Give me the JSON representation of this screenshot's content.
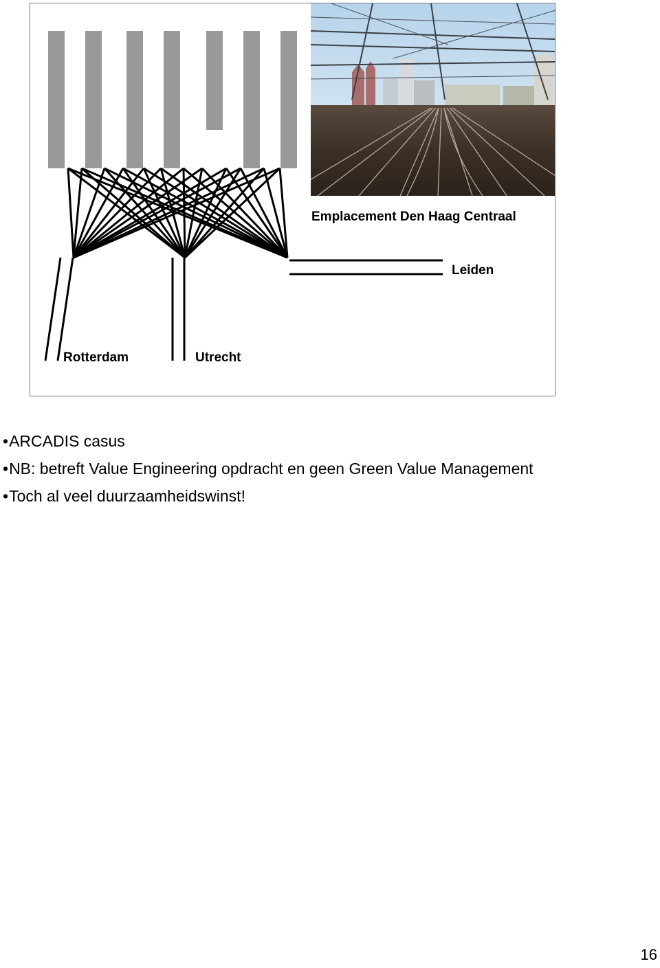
{
  "slide": {
    "caption": "Emplacement Den Haag Centraal",
    "labels": {
      "leiden": "Leiden",
      "rotterdam": "Rotterdam",
      "utrecht": "Utrecht"
    },
    "photo_description_icon": "railway-yard-photo",
    "colors": {
      "platform": "#999999",
      "track": "#000000",
      "sky": "#cfe3f2"
    }
  },
  "bullets": [
    "ARCADIS casus",
    "NB: betreft Value Engineering opdracht en geen Green Value Management",
    "Toch al veel duurzaamheidswinst!"
  ],
  "page_number": "16"
}
